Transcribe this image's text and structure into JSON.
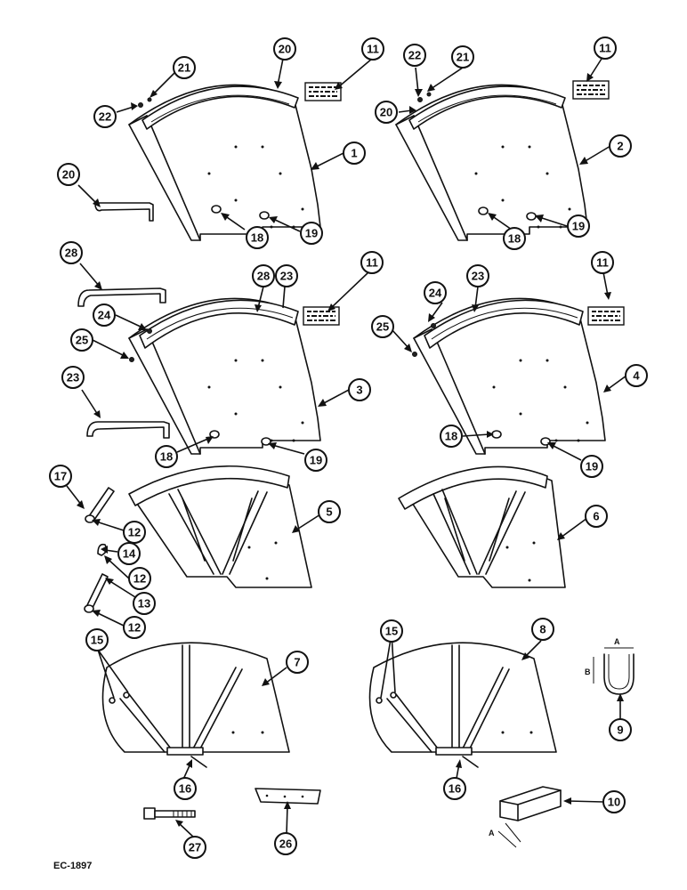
{
  "drawing_code": "EC-1897",
  "dimension_labels": {
    "a": "A",
    "b": "B"
  },
  "callouts": [
    {
      "id": "c1-20a",
      "text": "20"
    },
    {
      "id": "c1-11a",
      "text": "11"
    },
    {
      "id": "c1-21a",
      "text": "21"
    },
    {
      "id": "c1-22a",
      "text": "22"
    },
    {
      "id": "c1-1",
      "text": "1"
    },
    {
      "id": "c1-18a",
      "text": "18"
    },
    {
      "id": "c1-19a",
      "text": "19"
    },
    {
      "id": "c1-20s",
      "text": "20"
    },
    {
      "id": "c2-22",
      "text": "22"
    },
    {
      "id": "c2-21",
      "text": "21"
    },
    {
      "id": "c2-11",
      "text": "11"
    },
    {
      "id": "c2-20",
      "text": "20"
    },
    {
      "id": "c2-2",
      "text": "2"
    },
    {
      "id": "c2-18",
      "text": "18"
    },
    {
      "id": "c2-19",
      "text": "19"
    },
    {
      "id": "c3-28s",
      "text": "28"
    },
    {
      "id": "c3-28",
      "text": "28"
    },
    {
      "id": "c3-23",
      "text": "23"
    },
    {
      "id": "c3-11",
      "text": "11"
    },
    {
      "id": "c3-24",
      "text": "24"
    },
    {
      "id": "c3-25",
      "text": "25"
    },
    {
      "id": "c3-23s",
      "text": "23"
    },
    {
      "id": "c3-3",
      "text": "3"
    },
    {
      "id": "c3-18",
      "text": "18"
    },
    {
      "id": "c3-19",
      "text": "19"
    },
    {
      "id": "c4-23",
      "text": "23"
    },
    {
      "id": "c4-11",
      "text": "11"
    },
    {
      "id": "c4-24",
      "text": "24"
    },
    {
      "id": "c4-25",
      "text": "25"
    },
    {
      "id": "c4-4",
      "text": "4"
    },
    {
      "id": "c4-18",
      "text": "18"
    },
    {
      "id": "c4-19",
      "text": "19"
    },
    {
      "id": "c5-17",
      "text": "17"
    },
    {
      "id": "c5-12a",
      "text": "12"
    },
    {
      "id": "c5-14",
      "text": "14"
    },
    {
      "id": "c5-12b",
      "text": "12"
    },
    {
      "id": "c5-13",
      "text": "13"
    },
    {
      "id": "c5-12c",
      "text": "12"
    },
    {
      "id": "c5-5",
      "text": "5"
    },
    {
      "id": "c6-6",
      "text": "6"
    },
    {
      "id": "c7-15",
      "text": "15"
    },
    {
      "id": "c7-7",
      "text": "7"
    },
    {
      "id": "c7-16",
      "text": "16"
    },
    {
      "id": "c7-27",
      "text": "27"
    },
    {
      "id": "c7-26",
      "text": "26"
    },
    {
      "id": "c8-15",
      "text": "15"
    },
    {
      "id": "c8-8",
      "text": "8"
    },
    {
      "id": "c8-16",
      "text": "16"
    },
    {
      "id": "c9-9",
      "text": "9"
    },
    {
      "id": "c10-10",
      "text": "10"
    }
  ]
}
